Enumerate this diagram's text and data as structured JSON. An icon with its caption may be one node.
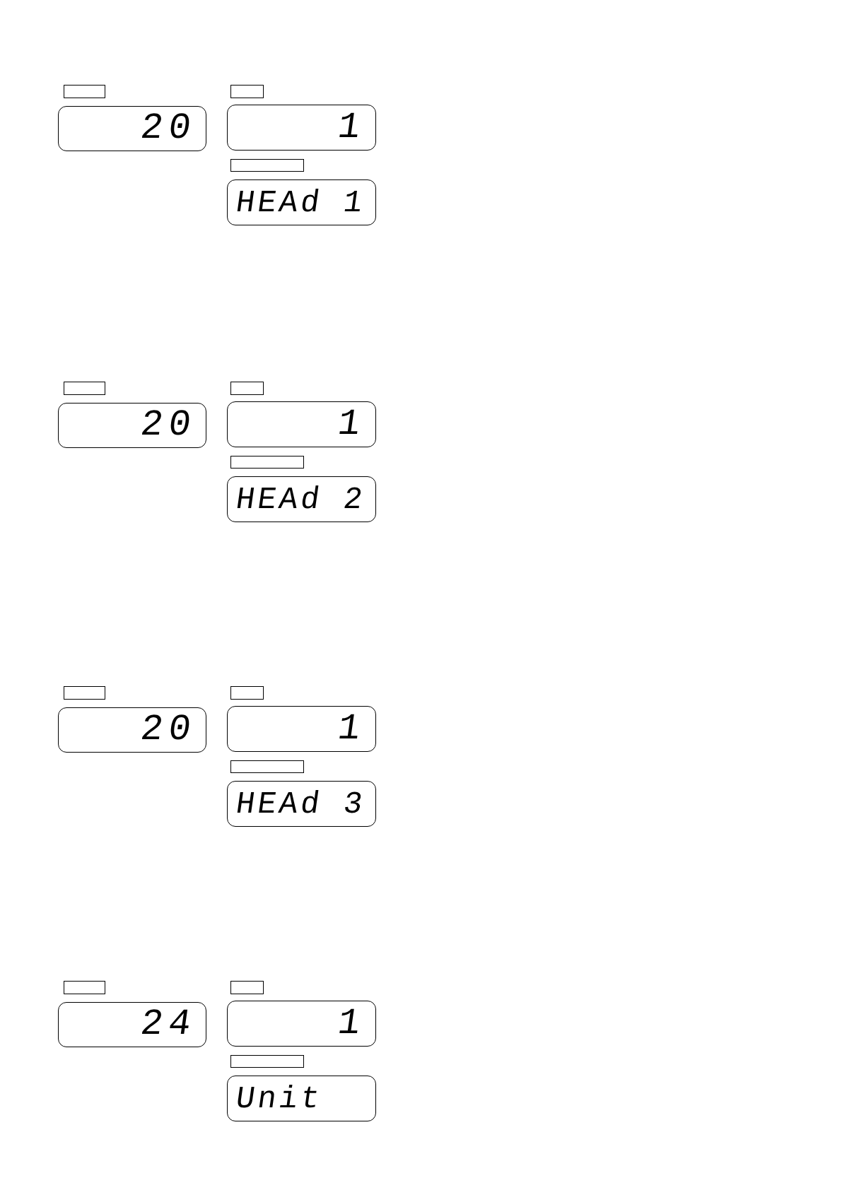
{
  "diagram": {
    "nodes": [
      {
        "text": [],
        "shape": "box"
      },
      {
        "text": [],
        "shape": "box"
      },
      {
        "text": [
          "20"
        ]
      },
      {
        "text": [
          "1"
        ]
      },
      {
        "text": [],
        "shape": "box"
      },
      {
        "text": [
          "HEAd 1"
        ]
      },
      {
        "text": [],
        "shape": "box"
      },
      {
        "text": [],
        "shape": "box"
      },
      {
        "text": [
          "20"
        ]
      },
      {
        "text": [
          "1"
        ]
      },
      {
        "text": [],
        "shape": "box"
      },
      {
        "text": [
          "HEAd 2"
        ]
      },
      {
        "text": [],
        "shape": "box"
      },
      {
        "text": [],
        "shape": "box"
      },
      {
        "text": [
          "20"
        ]
      },
      {
        "text": [
          "1"
        ]
      },
      {
        "text": [],
        "shape": "box"
      },
      {
        "text": [
          "HEAd 3"
        ]
      },
      {
        "text": [],
        "shape": "box"
      },
      {
        "text": [],
        "shape": "box"
      },
      {
        "text": [
          "24"
        ]
      },
      {
        "text": [
          "1"
        ]
      },
      {
        "text": [],
        "shape": "box"
      },
      {
        "text": [
          "Unit"
        ]
      }
    ]
  }
}
